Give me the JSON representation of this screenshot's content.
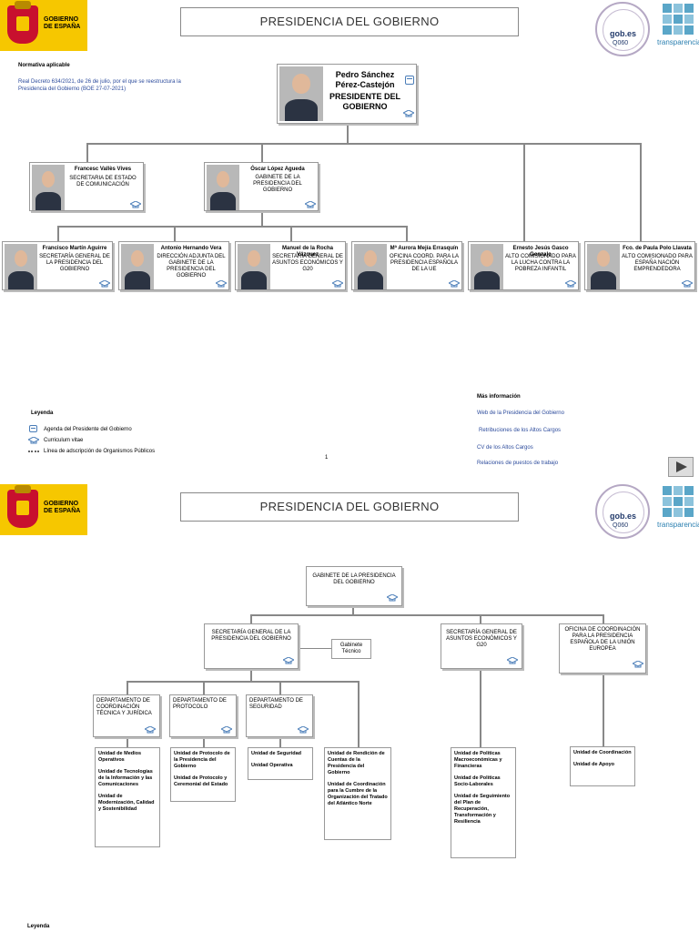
{
  "logo_text": "GOBIERNO\nDE ESPAÑA",
  "page_title": "PRESIDENCIA DEL GOBIERNO",
  "seal": {
    "text": "gob.es",
    "sub": "Q060"
  },
  "transparencia": {
    "text": "transparencia"
  },
  "normativa": {
    "heading": "Normativa aplicable",
    "link": "Real Decreto 634/2021, de 26 de julio, por el que se reestructura la Presidencia del Gobierno (BOE 27-07-2021)"
  },
  "president": {
    "name": "Pedro Sánchez Pérez-Castejón",
    "role": "PRESIDENTE DEL GOBIERNO"
  },
  "level1": [
    {
      "name": "Francesc Vallès Vives",
      "role": "SECRETARIA DE ESTADO DE COMUNICACIÓN"
    },
    {
      "name": "Óscar López Agueda",
      "role": "GABINETE DE LA PRESIDENCIA DEL GOBIERNO"
    }
  ],
  "level2": [
    {
      "name": "Francisco Martín Aguirre",
      "role": "SECRETARÍA GENERAL DE LA PRESIDENCIA DEL GOBIERNO"
    },
    {
      "name": "Antonio Hernando Vera",
      "role": "DIRECCIÓN ADJUNTA DEL GABINETE DE LA PRESIDENCIA DEL GOBIERNO"
    },
    {
      "name": "Manuel de la Rocha Vázquez",
      "role": "SECRETARÍA GENERAL DE ASUNTOS ECONÓMICOS Y G20"
    },
    {
      "name": "Mª Aurora Mejía Errasquín",
      "role": "OFICINA COORD. PARA LA PRESIDENCIA ESPAÑOLA DE LA UE"
    },
    {
      "name": "Ernesto Jesús Gasco Gonzalo",
      "role": "ALTO COMISIONADO PARA LA LUCHA CONTRA LA POBREZA INFANTIL"
    },
    {
      "name": "Fco. de Paula Polo Llavata",
      "role": "ALTO COMISIONADO PARA ESPAÑA NACIÓN EMPRENDEDORA"
    }
  ],
  "legend": {
    "heading": "Leyenda",
    "items": [
      "Agenda del Presidente del Gobierno",
      "Curriculum vitae",
      "Línea de adscripción de Organismos Públicos"
    ],
    "heading2": "Leyenda"
  },
  "more_info": {
    "heading": "Más información",
    "links": [
      "Web de la Presidencia del Gobierno",
      "Retribuciones de los Altos Cargos",
      "CV de los Altos Cargos",
      "Relaciones de puestos de trabajo"
    ]
  },
  "page_number": "1",
  "page2": {
    "gabinete": "GABINETE DE LA PRESIDENCIA DEL GOBIERNO",
    "sg_presidencia": "SECRETARÍA GENERAL DE LA PRESIDENCIA DEL GOBIERNO",
    "gabinete_tecnico": "Gabinete Técnico",
    "sg_economicos": "SECRETARÍA GENERAL DE ASUNTOS ECONÓMICOS Y G20",
    "oficina_ue": "OFICINA DE COORDINACIÓN PARA LA PRESIDENCIA ESPAÑOLA DE LA UNIÓN EUROPEA",
    "depts": [
      "DEPARTAMENTO DE COORDINACIÓN TÉCNICA Y JURÍDICA",
      "DEPARTAMENTO DE PROTOCOLO",
      "DEPARTAMENTO DE SEGURIDAD"
    ],
    "units_coord": [
      "Unidad de Medios Operativos",
      "Unidad de Tecnologías de la Información y las Comunicaciones",
      "Unidad de Modernización, Calidad y Sostenibilidad"
    ],
    "units_protocolo": [
      "Unidad de Protocolo de la Presidencia del Gobierno",
      "Unidad de Protocolo y Ceremonial del Estado"
    ],
    "units_seguridad": [
      "Unidad de Seguridad",
      "Unidad Operativa"
    ],
    "units_rendicion": [
      "Unidad de Rendición de Cuentas de la Presidencia del Gobierno",
      "Unidad de Coordinación para la Cumbre de la Organización del Tratado del Atlántico Norte"
    ],
    "units_economicos": [
      "Unidad de Políticas Macroeconómicas y Financieras",
      "Unidad de Políticas Socio-Laborales",
      "Unidad de Seguimiento del Plan de Recuperación, Transformación y Resiliencia"
    ],
    "units_ue": [
      "Unidad de Coordinación",
      "Unidad de Apoyo"
    ]
  }
}
